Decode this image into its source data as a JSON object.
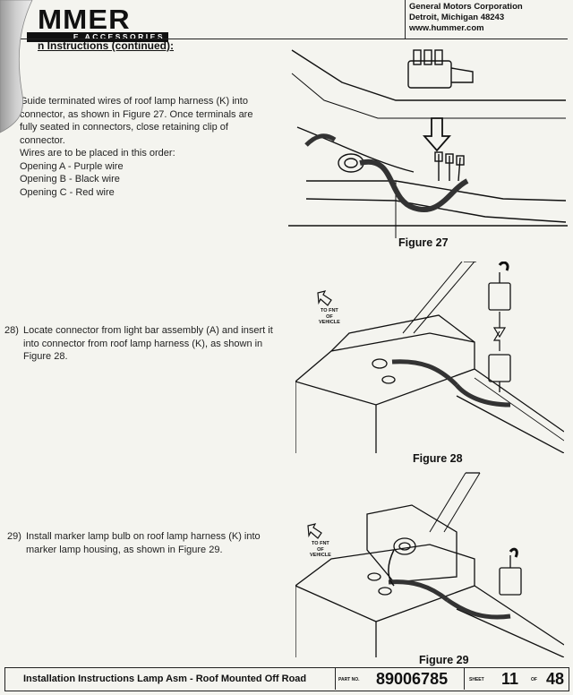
{
  "header": {
    "logo_text": "MMER",
    "logo_subtext": "E ACCESSORIES",
    "corp_name": "General Motors Corporation",
    "corp_city": "Detroit, Michigan 48243",
    "corp_url": "www.hummer.com"
  },
  "section_title": "n Instructions (continued):",
  "steps": [
    {
      "number": "",
      "lines": [
        "Guide terminated wires of roof lamp harness (K)  into",
        "connector, as shown in Figure 27.  Once terminals are",
        "fully seated in connectors, close retaining clip of",
        "connector.",
        "Wires are to be placed in this order:",
        "Opening A - Purple wire",
        "Opening B - Black wire",
        "Opening C - Red wire"
      ]
    },
    {
      "number": "28)",
      "lines": [
        "Locate connector from light bar assembly (A) and insert it",
        "into connector from roof lamp harness (K), as shown in",
        "Figure 28."
      ]
    },
    {
      "number": "29)",
      "lines": [
        "Install marker lamp bulb on roof lamp harness (K) into",
        "marker lamp housing, as shown in Figure 29."
      ]
    }
  ],
  "figures": [
    {
      "caption": "Figure 27"
    },
    {
      "caption": "Figure 28",
      "front_label": [
        "TO FNT",
        "OF",
        "VEHICLE"
      ]
    },
    {
      "caption": "Figure 29",
      "front_label": [
        "TO FNT",
        "OF",
        "VEHICLE"
      ]
    }
  ],
  "footer": {
    "title": "Installation Instructions Lamp Asm - Roof Mounted Off Road",
    "part_label": "PART NO.",
    "part_number": "89006785",
    "sheet_label": "SHEET",
    "sheet_number": "11",
    "of_label": "OF",
    "total_sheets": "48"
  }
}
